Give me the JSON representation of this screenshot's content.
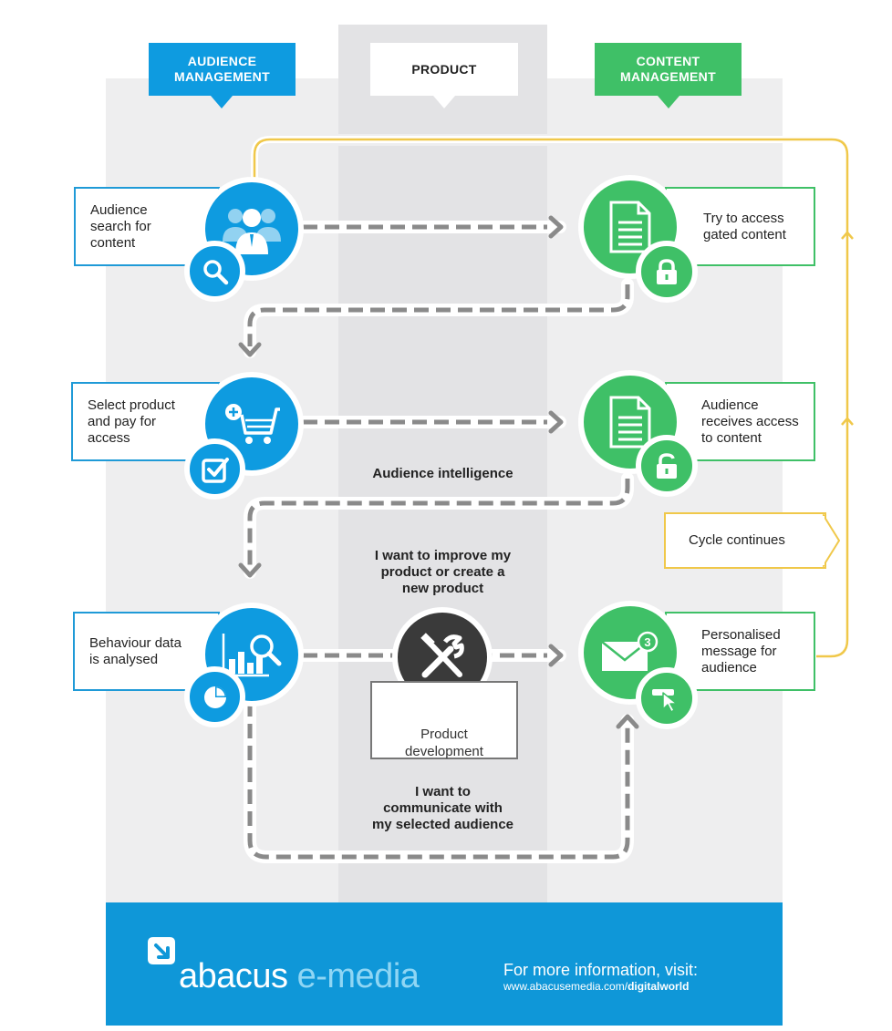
{
  "columns": {
    "audience": "AUDIENCE\nMANAGEMENT",
    "product": "PRODUCT",
    "content": "CONTENT\nMANAGEMENT"
  },
  "steps": {
    "search": "Audience\nsearch for\ncontent",
    "gated": "Try to access\ngated content",
    "select": "Select product\nand pay for\naccess",
    "receives": "Audience\nreceives access\nto content",
    "cycle": "Cycle continues",
    "behaviour": "Behaviour data\nis analysed",
    "personalised": "Personalised\nmessage for\naudience",
    "product_dev": "Product\ndevelopment"
  },
  "labels": {
    "intelligence": "Audience intelligence",
    "improve": "I want to improve my\nproduct or create a\nnew product",
    "communicate": "I want to\ncommunicate with\nmy selected audience"
  },
  "badges": {
    "mail_count": "3"
  },
  "icons": [
    "people-icon",
    "search-icon",
    "document-icon",
    "lock-icon",
    "cart-icon",
    "checkbox-icon",
    "unlock-icon",
    "analytics-icon",
    "pie-chart-icon",
    "tools-icon",
    "mail-icon",
    "click-icon",
    "logo-arrow-icon"
  ],
  "footer": {
    "brand_main": "abacus",
    "brand_sub": "e-media",
    "info_heading": "For more information, visit:",
    "info_url_plain": "www.abacusemedia.com/",
    "info_url_bold": "digitalworld"
  },
  "colors": {
    "audience_blue": "#0e9be0",
    "content_green": "#3fc067",
    "cycle_yellow": "#f0c84a",
    "footer_blue": "#0f97d8"
  }
}
